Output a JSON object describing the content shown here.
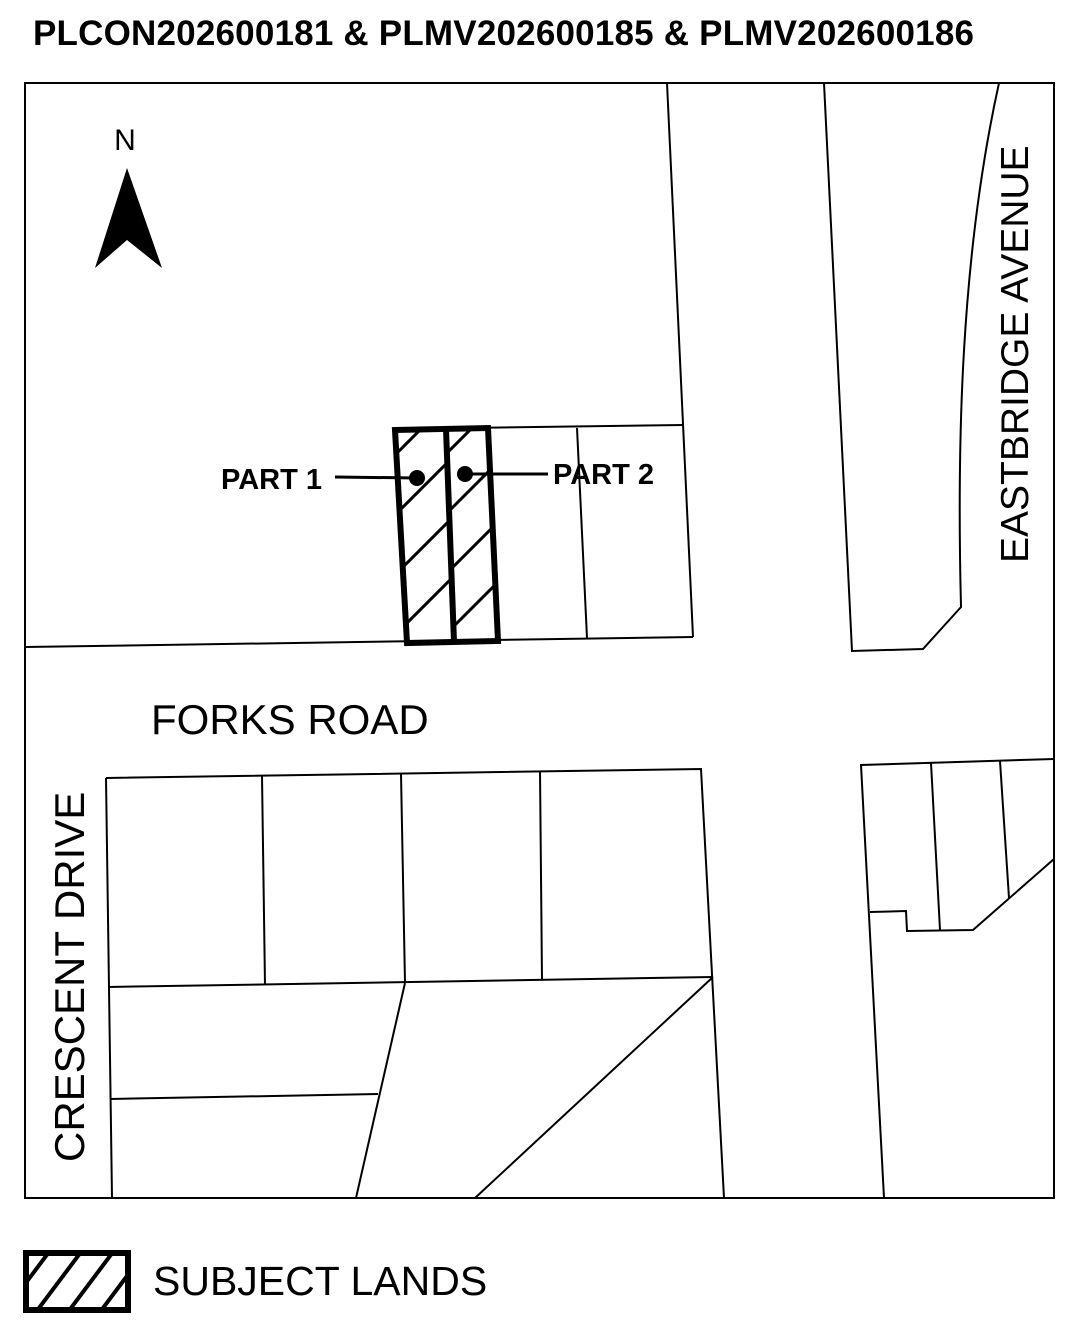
{
  "title": "PLCON202600181 & PLMV202600185 & PLMV202600186",
  "north_arrow": {
    "label": "N",
    "icon": "north-arrow-icon"
  },
  "streets": {
    "forks_road": "FORKS ROAD",
    "crescent_drive": "CRESCENT DRIVE",
    "eastbridge_avenue": "EASTBRIDGE AVENUE"
  },
  "parts": {
    "part1": "PART 1",
    "part2": "PART 2"
  },
  "legend": {
    "label": "SUBJECT LANDS",
    "icon": "hatched-box-icon"
  },
  "colors": {
    "ink": "#000000",
    "background": "#ffffff"
  }
}
